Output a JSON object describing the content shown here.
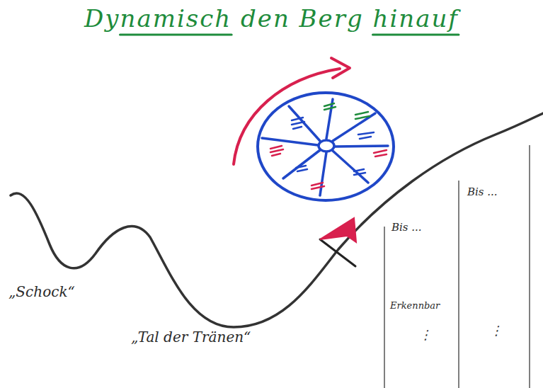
{
  "diagram": {
    "title": "Dynamisch den Berg hinauf",
    "labels": [
      "„Schock“",
      "„Tal der Tränen“",
      "Bis ...",
      "Bis ...",
      "Erkennbar",
      "⋮",
      "⋮"
    ]
  }
}
